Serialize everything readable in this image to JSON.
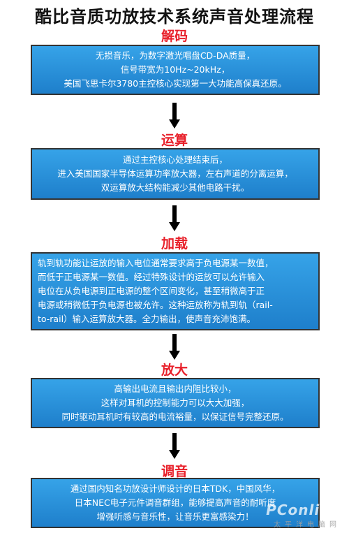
{
  "title": "酷比音质功放技术系统声音处理流程",
  "stages": [
    {
      "label": "解码",
      "lines": [
        "无损音乐，为数字激光唱盘CD-DA质量，",
        "信号带宽为10Hz~20kHz，",
        "美国飞思卡尔3780主控核心实现第一大功能高保真还原。"
      ]
    },
    {
      "label": "运算",
      "lines": [
        "通过主控核心处理结束后，",
        "进入美国国家半导体运算功率放大器，左右声道的分离运算，",
        "双运算放大结构能减少其他电路干扰。"
      ]
    },
    {
      "label": "加载",
      "lines": [
        "轨到轨功能让运放的输入电位通常要求高于负电源某一数值，",
        "而低于正电源某一数值。经过特殊设计的运放可以允许输入",
        "电位在从负电源到正电源的整个区间变化，甚至稍微高于正",
        "电源或稍微低于负电源也被允许。这种运放称为轨到轨（rail-",
        "to-rail）输入运算放大器。全力输出，使声音充沛饱满。"
      ]
    },
    {
      "label": "放大",
      "lines": [
        "高输出电流且输出内阻比较小，",
        "这样对耳机的控制能力可以大大加强，",
        "同时驱动耳机时有较高的电流裕量，以保证信号完整还原。"
      ]
    },
    {
      "label": "调音",
      "lines": [
        "通过国内知名功放设计师设计的日本TDK，中国风华，",
        "日本NEC电子元件调音群组，能够提高声音的耐听度",
        "增强听感与音乐性，让音乐更富感染力！"
      ]
    }
  ],
  "watermark": {
    "main": "PConline",
    "sub": "太平洋电脑网"
  },
  "colors": {
    "box_fill": "#2a8fd8",
    "box_border": "#333333",
    "label_red": "#e8202a",
    "arrow": "#000000"
  }
}
